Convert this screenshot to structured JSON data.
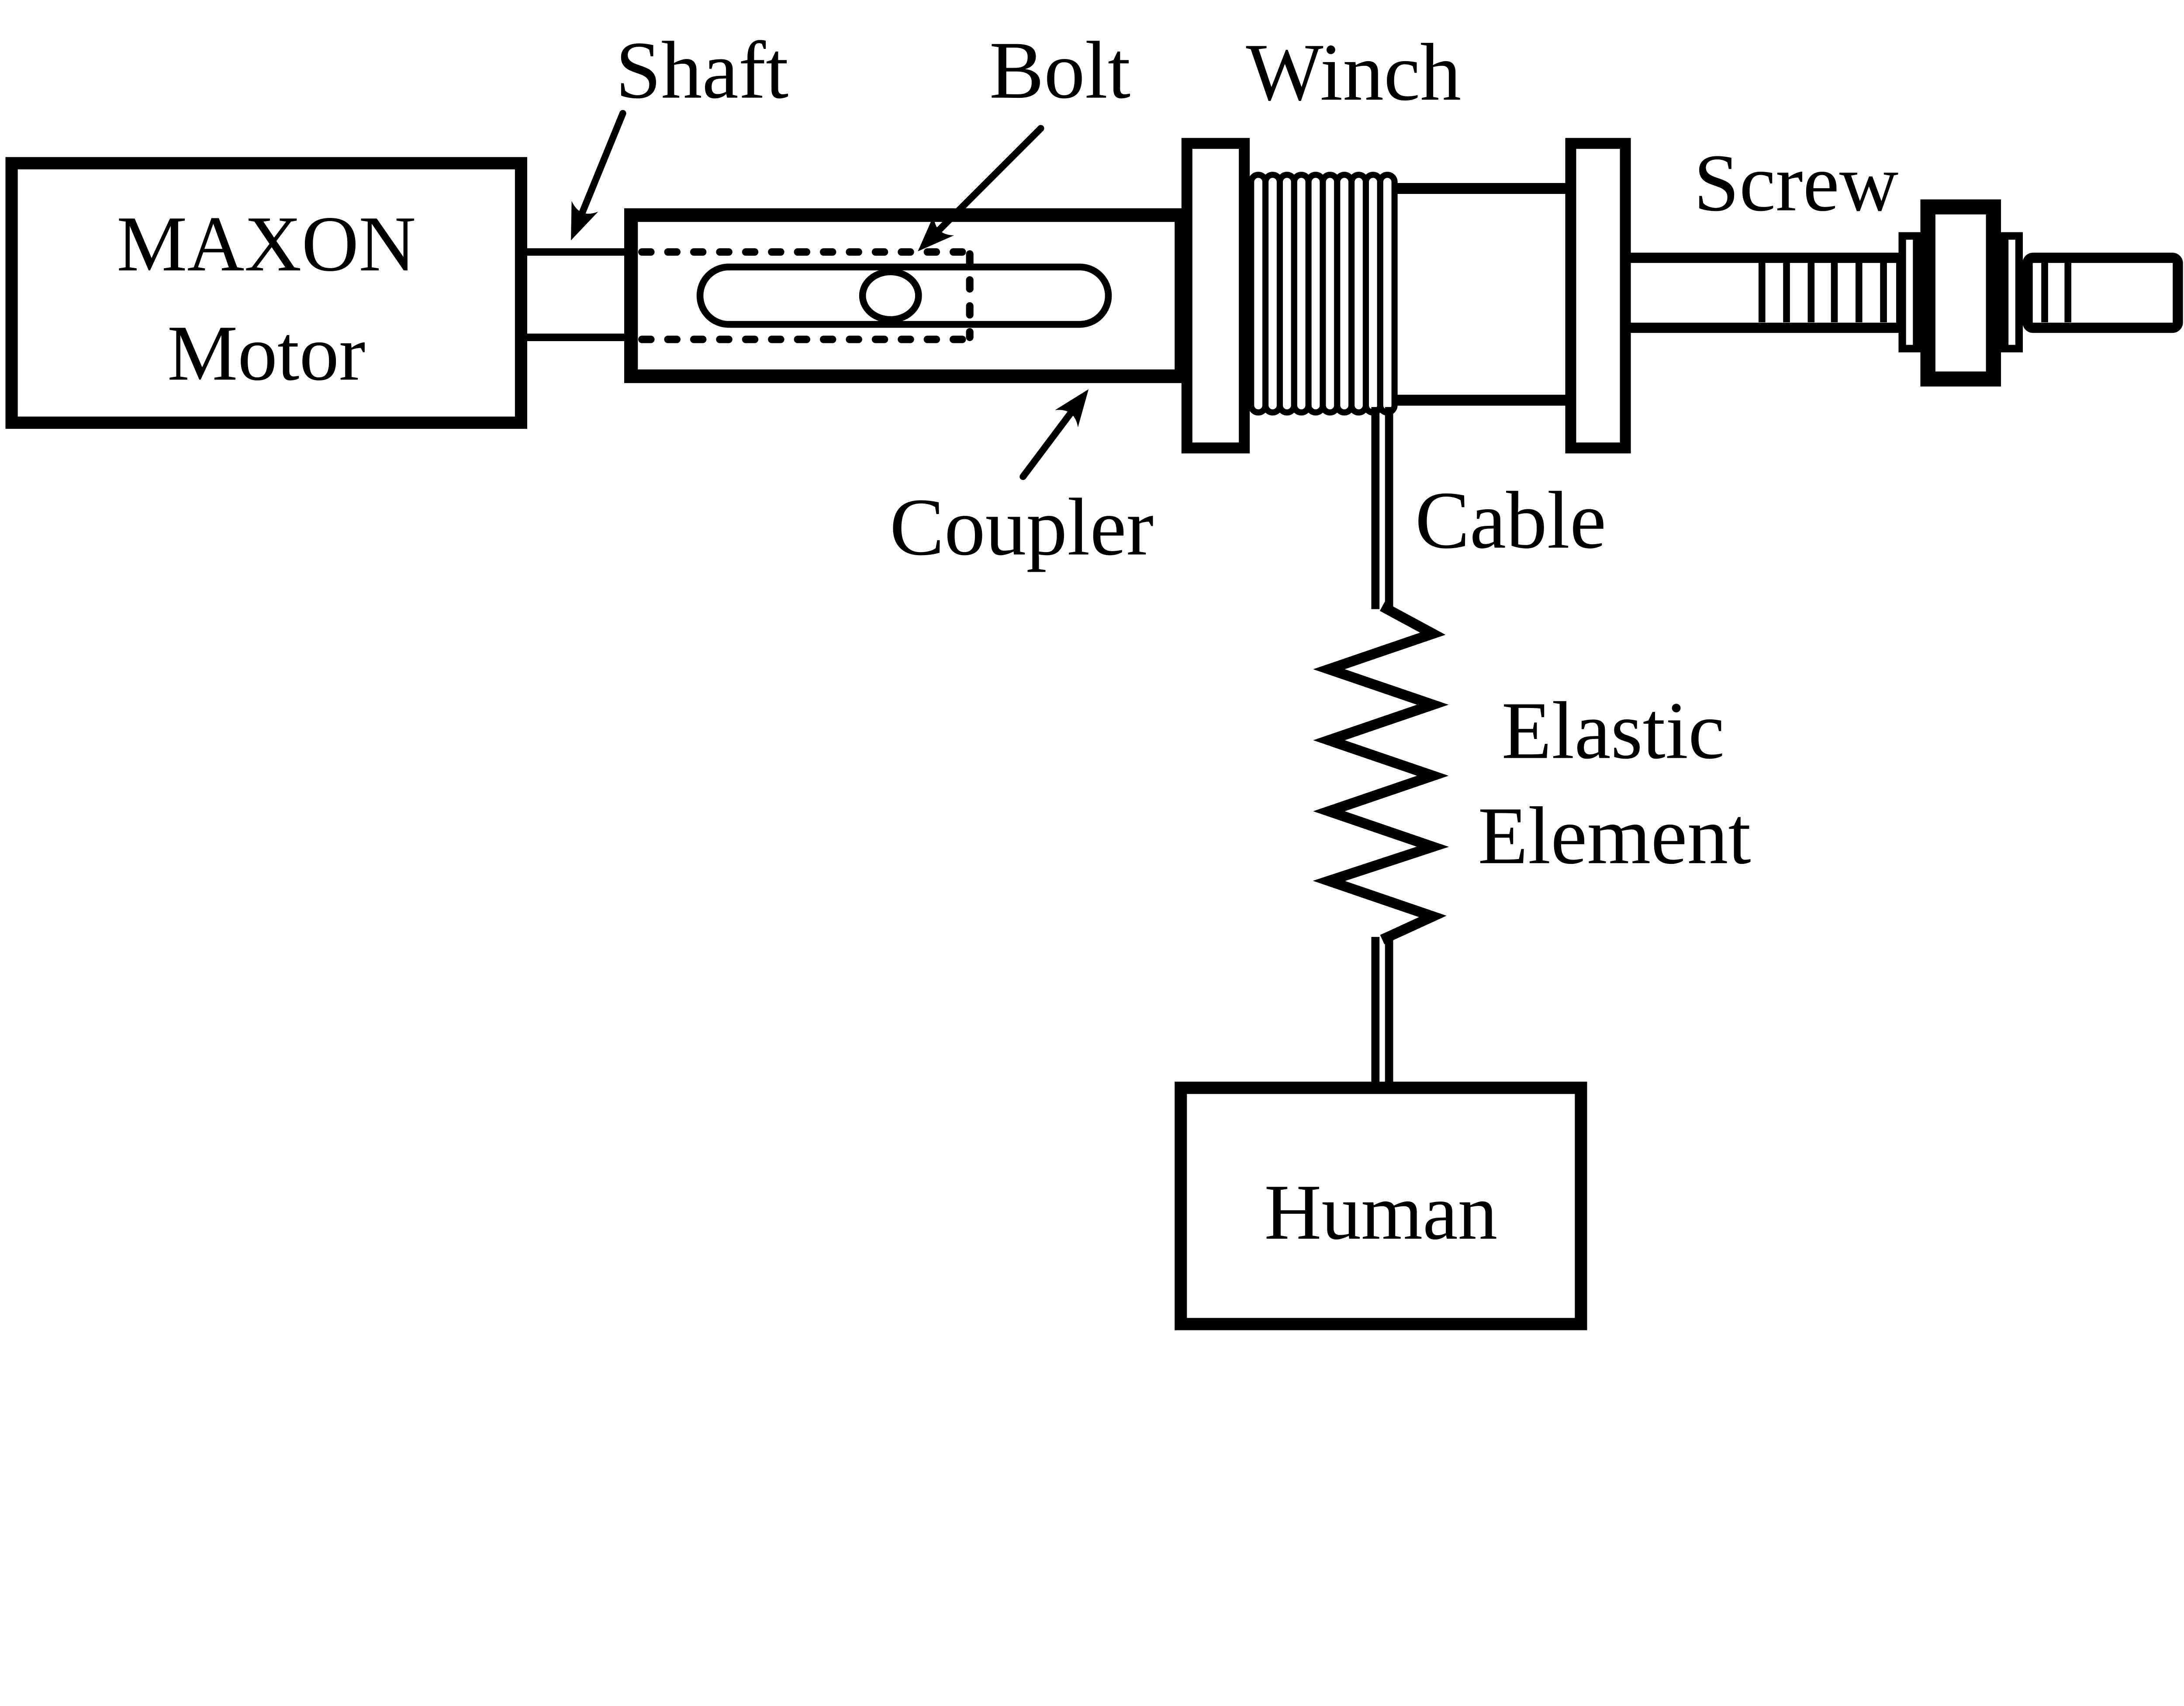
{
  "page": {
    "background": "#ffffff",
    "ink": "#000000",
    "description": "Schematic of a motor-driven winch actuator with series elastic element pulling on a human"
  },
  "diagram": {
    "motor": {
      "line1": "MAXON",
      "line2": "Motor"
    },
    "human": {
      "label": "Human"
    },
    "labels": {
      "shaft": "Shaft",
      "bolt": "Bolt",
      "winch": "Winch",
      "screw": "Screw",
      "coupler": "Coupler",
      "cable": "Cable",
      "elastic_line1": "Elastic",
      "elastic_line2": "Element"
    }
  }
}
